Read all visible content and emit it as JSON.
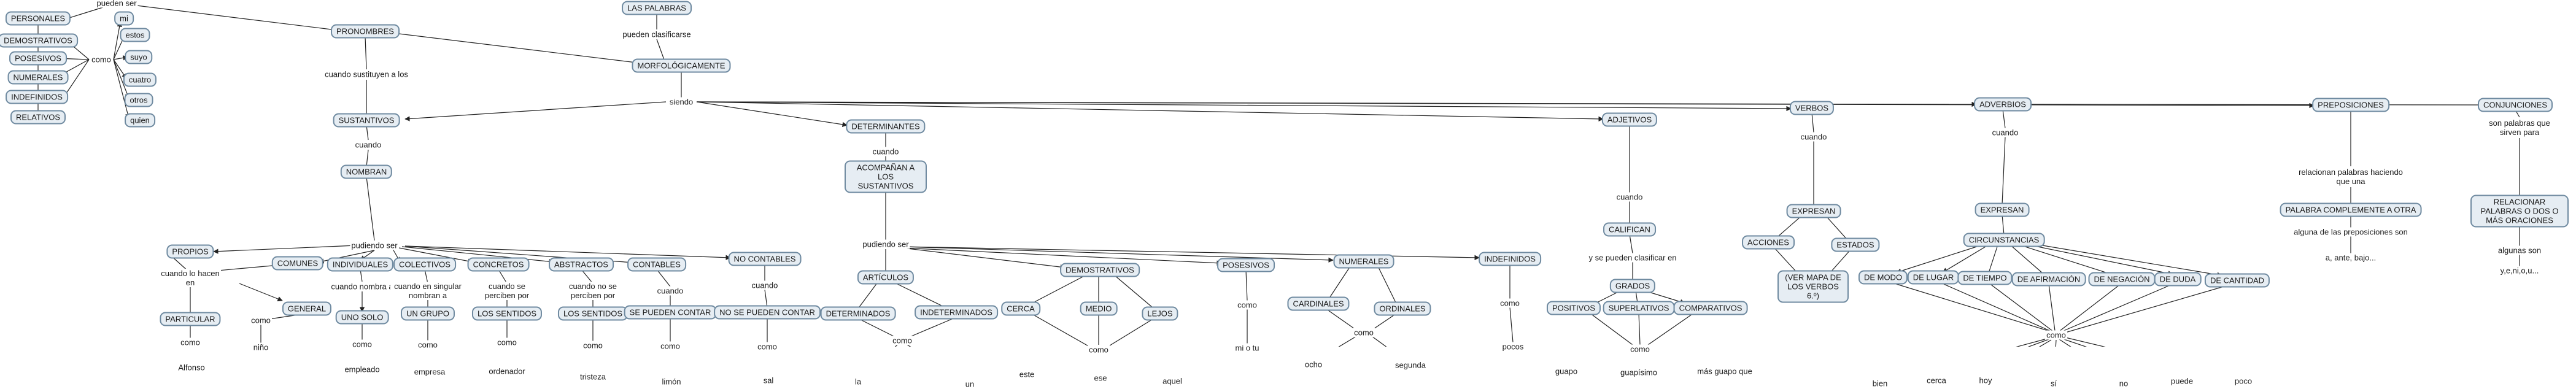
{
  "diagram": {
    "colors": {
      "node_fill": "#e6edf3",
      "node_border": "#6f8aa0",
      "line": "#222222",
      "background": "#ffffff"
    },
    "nodes": [
      {
        "id": "personales",
        "text": "PERSONALES"
      },
      {
        "id": "demostrativos",
        "text": "DEMOSTRATIVOS"
      },
      {
        "id": "posesivos",
        "text": "POSESIVOS"
      },
      {
        "id": "numerales",
        "text": "NUMERALES"
      },
      {
        "id": "indefinidos",
        "text": "INDEFINIDOS"
      },
      {
        "id": "relativos",
        "text": "RELATIVOS"
      },
      {
        "id": "mi",
        "text": "mi"
      },
      {
        "id": "estos",
        "text": "estos"
      },
      {
        "id": "suyo",
        "text": "suyo"
      },
      {
        "id": "cuatro",
        "text": "cuatro"
      },
      {
        "id": "otros",
        "text": "otros"
      },
      {
        "id": "quien",
        "text": "quien"
      },
      {
        "id": "pronombres",
        "text": "PRONOMBRES"
      },
      {
        "id": "laspalabras",
        "text": "LAS PALABRAS"
      },
      {
        "id": "morfologicamente",
        "text": "MORFOLÓGICAMENTE"
      },
      {
        "id": "sustantivos",
        "text": "SUSTANTIVOS"
      },
      {
        "id": "nombran",
        "text": "NOMBRAN"
      },
      {
        "id": "propios",
        "text": "PROPIOS"
      },
      {
        "id": "comunes",
        "text": "COMUNES"
      },
      {
        "id": "individuales",
        "text": "INDIVIDUALES"
      },
      {
        "id": "colectivos",
        "text": "COLECTIVOS"
      },
      {
        "id": "concretos",
        "text": "CONCRETOS"
      },
      {
        "id": "abstractos",
        "text": "ABSTRACTOS"
      },
      {
        "id": "contables",
        "text": "CONTABLES"
      },
      {
        "id": "nocontables",
        "text": "NO CONTABLES"
      },
      {
        "id": "particular",
        "text": "PARTICULAR"
      },
      {
        "id": "general",
        "text": "GENERAL"
      },
      {
        "id": "unosolo",
        "text": "UNO SOLO"
      },
      {
        "id": "ungrupo",
        "text": "UN GRUPO"
      },
      {
        "id": "lossentidos1",
        "text": "LOS SENTIDOS"
      },
      {
        "id": "lossentidos2",
        "text": "LOS SENTIDOS"
      },
      {
        "id": "sepuedencontar",
        "text": "SE PUEDEN CONTAR"
      },
      {
        "id": "nosepuedencontar",
        "text": "NO SE PUEDEN CONTAR"
      },
      {
        "id": "determinantes",
        "text": "DETERMINANTES"
      },
      {
        "id": "acompanan",
        "text": "ACOMPAÑAN A LOS SUSTANTIVOS"
      },
      {
        "id": "articulos",
        "text": "ARTÍCULOS"
      },
      {
        "id": "art_determinados",
        "text": "DETERMINADOS"
      },
      {
        "id": "art_indeterminados",
        "text": "INDETERMINADOS"
      },
      {
        "id": "det_demostrativos",
        "text": "DEMOSTRATIVOS"
      },
      {
        "id": "cerca",
        "text": "CERCA"
      },
      {
        "id": "medio",
        "text": "MEDIO"
      },
      {
        "id": "lejos",
        "text": "LEJOS"
      },
      {
        "id": "det_posesivos",
        "text": "POSESIVOS"
      },
      {
        "id": "det_numerales",
        "text": "NUMERALES"
      },
      {
        "id": "cardinales",
        "text": "CARDINALES"
      },
      {
        "id": "ordinales",
        "text": "ORDINALES"
      },
      {
        "id": "det_indefinidos",
        "text": "INDEFINIDOS"
      },
      {
        "id": "adjetivos",
        "text": "ADJETIVOS"
      },
      {
        "id": "califican",
        "text": "CALIFICAN"
      },
      {
        "id": "grados",
        "text": "GRADOS"
      },
      {
        "id": "positivos",
        "text": "POSITIVOS"
      },
      {
        "id": "superlativos",
        "text": "SUPERLATIVOS"
      },
      {
        "id": "comparativos",
        "text": "COMPARATIVOS"
      },
      {
        "id": "verbos",
        "text": "VERBOS"
      },
      {
        "id": "expresan_v",
        "text": "EXPRESAN"
      },
      {
        "id": "acciones",
        "text": "ACCIONES"
      },
      {
        "id": "estados",
        "text": "ESTADOS"
      },
      {
        "id": "vermapa",
        "text": "(VER MAPA DE LOS VERBOS 6.º)"
      },
      {
        "id": "adverbios",
        "text": "ADVERBIOS"
      },
      {
        "id": "expresan_a",
        "text": "EXPRESAN"
      },
      {
        "id": "circunstancias",
        "text": "CIRCUNSTANCIAS"
      },
      {
        "id": "demodo",
        "text": "DE MODO"
      },
      {
        "id": "delugar",
        "text": "DE LUGAR"
      },
      {
        "id": "detiempo",
        "text": "DE TIEMPO"
      },
      {
        "id": "deafirmacion",
        "text": "DE AFIRMACIÓN"
      },
      {
        "id": "denegacion",
        "text": "DE NEGACIÓN"
      },
      {
        "id": "deduda",
        "text": "DE DUDA"
      },
      {
        "id": "decantidad",
        "text": "DE CANTIDAD"
      },
      {
        "id": "preposiciones",
        "text": "PREPOSICIONES"
      },
      {
        "id": "palabracomplemento",
        "text": "PALABRA COMPLEMENTE A OTRA"
      },
      {
        "id": "conjunciones",
        "text": "CONJUNCIONES"
      },
      {
        "id": "relacionarpalabras",
        "text": "RELACIONAR PALABRAS O DOS O MÁS ORACIONES"
      }
    ],
    "labels": [
      {
        "id": "l_puedenser_top",
        "text": "pueden ser"
      },
      {
        "id": "l_como_pron",
        "text": "como"
      },
      {
        "id": "l_pueden_clasificarse",
        "text": "pueden clasificarse"
      },
      {
        "id": "l_cuando_sust",
        "text": "cuando sustituyen a los"
      },
      {
        "id": "l_siendo",
        "text": "siendo"
      },
      {
        "id": "l_cuando_sust2",
        "text": "cuando"
      },
      {
        "id": "l_pudiendo_ser_sust",
        "text": "pudiendo ser"
      },
      {
        "id": "l_cuando_lo_hacen",
        "text": "cuando lo hacen en"
      },
      {
        "id": "l_como_particular",
        "text": "como"
      },
      {
        "id": "l_alfonso",
        "text": "Alfonso"
      },
      {
        "id": "l_como_general",
        "text": "como"
      },
      {
        "id": "l_nino",
        "text": "niño"
      },
      {
        "id": "l_cuando_nombra",
        "text": "cuando nombra a"
      },
      {
        "id": "l_como_unosolo",
        "text": "como"
      },
      {
        "id": "l_empleado",
        "text": "empleado"
      },
      {
        "id": "l_cuando_singular",
        "text": "cuando en singular nombran a"
      },
      {
        "id": "l_como_grupo",
        "text": "como"
      },
      {
        "id": "l_empresa",
        "text": "empresa"
      },
      {
        "id": "l_cuando_perciben",
        "text": "cuando se perciben por"
      },
      {
        "id": "l_como_sentidos1",
        "text": "como"
      },
      {
        "id": "l_ordenador",
        "text": "ordenador"
      },
      {
        "id": "l_cuando_no_perciben",
        "text": "cuando no se perciben por"
      },
      {
        "id": "l_como_sentidos2",
        "text": "como"
      },
      {
        "id": "l_tristeza",
        "text": "tristeza"
      },
      {
        "id": "l_cuando_contables",
        "text": "cuando"
      },
      {
        "id": "l_como_contar",
        "text": "como"
      },
      {
        "id": "l_limon",
        "text": "limón"
      },
      {
        "id": "l_cuando_nocontables",
        "text": "cuando"
      },
      {
        "id": "l_como_nocontar",
        "text": "como"
      },
      {
        "id": "l_sal",
        "text": "sal"
      },
      {
        "id": "l_cuando_det",
        "text": "cuando"
      },
      {
        "id": "l_pudiendo_ser_det",
        "text": "pudiendo ser"
      },
      {
        "id": "l_como_art",
        "text": "como"
      },
      {
        "id": "l_la",
        "text": "la"
      },
      {
        "id": "l_un",
        "text": "un"
      },
      {
        "id": "l_como_dem",
        "text": "como"
      },
      {
        "id": "l_este",
        "text": "este"
      },
      {
        "id": "l_ese",
        "text": "ese"
      },
      {
        "id": "l_aquel",
        "text": "aquel"
      },
      {
        "id": "l_como_pos",
        "text": "como"
      },
      {
        "id": "l_mi_o_tu",
        "text": "mi o tu"
      },
      {
        "id": "l_como_num",
        "text": "como"
      },
      {
        "id": "l_ocho",
        "text": "ocho"
      },
      {
        "id": "l_segunda",
        "text": "segunda"
      },
      {
        "id": "l_como_indef",
        "text": "como"
      },
      {
        "id": "l_pocos",
        "text": "pocos"
      },
      {
        "id": "l_cuando_adj",
        "text": "cuando"
      },
      {
        "id": "l_y_se_pueden",
        "text": "y se pueden clasificar en"
      },
      {
        "id": "l_como_grados",
        "text": "como"
      },
      {
        "id": "l_guapo",
        "text": "guapo"
      },
      {
        "id": "l_guapisimo",
        "text": "guapísimo"
      },
      {
        "id": "l_mas_guapo_que",
        "text": "más guapo que"
      },
      {
        "id": "l_cuando_verbos",
        "text": "cuando"
      },
      {
        "id": "l_cuando_adv",
        "text": "cuando"
      },
      {
        "id": "l_como_adv",
        "text": "como"
      },
      {
        "id": "l_bien",
        "text": "bien"
      },
      {
        "id": "l_cerca_adv",
        "text": "cerca"
      },
      {
        "id": "l_hoy",
        "text": "hoy"
      },
      {
        "id": "l_si",
        "text": "sí"
      },
      {
        "id": "l_no",
        "text": "no"
      },
      {
        "id": "l_puede",
        "text": "puede"
      },
      {
        "id": "l_poco",
        "text": "poco"
      },
      {
        "id": "l_relacionan_palabras",
        "text": "relacionan palabras haciendo que una"
      },
      {
        "id": "l_alguna_prep",
        "text": "alguna de las preposiciones son"
      },
      {
        "id": "l_a_ante_bajo",
        "text": "a, ante, bajo..."
      },
      {
        "id": "l_son_palabras",
        "text": "son palabras que sirven para"
      },
      {
        "id": "l_algunas_son",
        "text": "algunas son"
      },
      {
        "id": "l_yeniou",
        "text": "y,e,ni,o,u..."
      }
    ]
  }
}
